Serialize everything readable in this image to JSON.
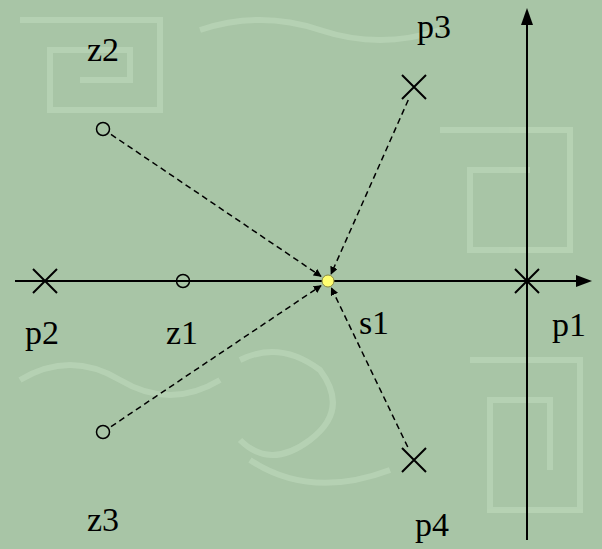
{
  "diagram": {
    "nodes": [
      {
        "text": [
          "p3"
        ]
      },
      {
        "text": [
          "z2"
        ]
      },
      {
        "text": [
          "p2"
        ]
      },
      {
        "text": [
          "z1"
        ]
      },
      {
        "text": [
          "s1"
        ]
      },
      {
        "text": [
          "p1"
        ]
      },
      {
        "text": [
          "z3"
        ]
      },
      {
        "text": [
          "p4"
        ]
      }
    ],
    "edges": [
      {
        "from": 1,
        "to": 4,
        "arrow": "to"
      },
      {
        "from": 0,
        "to": 4,
        "arrow": "to"
      },
      {
        "from": 6,
        "to": 4,
        "arrow": "to"
      },
      {
        "from": 7,
        "to": 4,
        "arrow": "to"
      }
    ]
  }
}
